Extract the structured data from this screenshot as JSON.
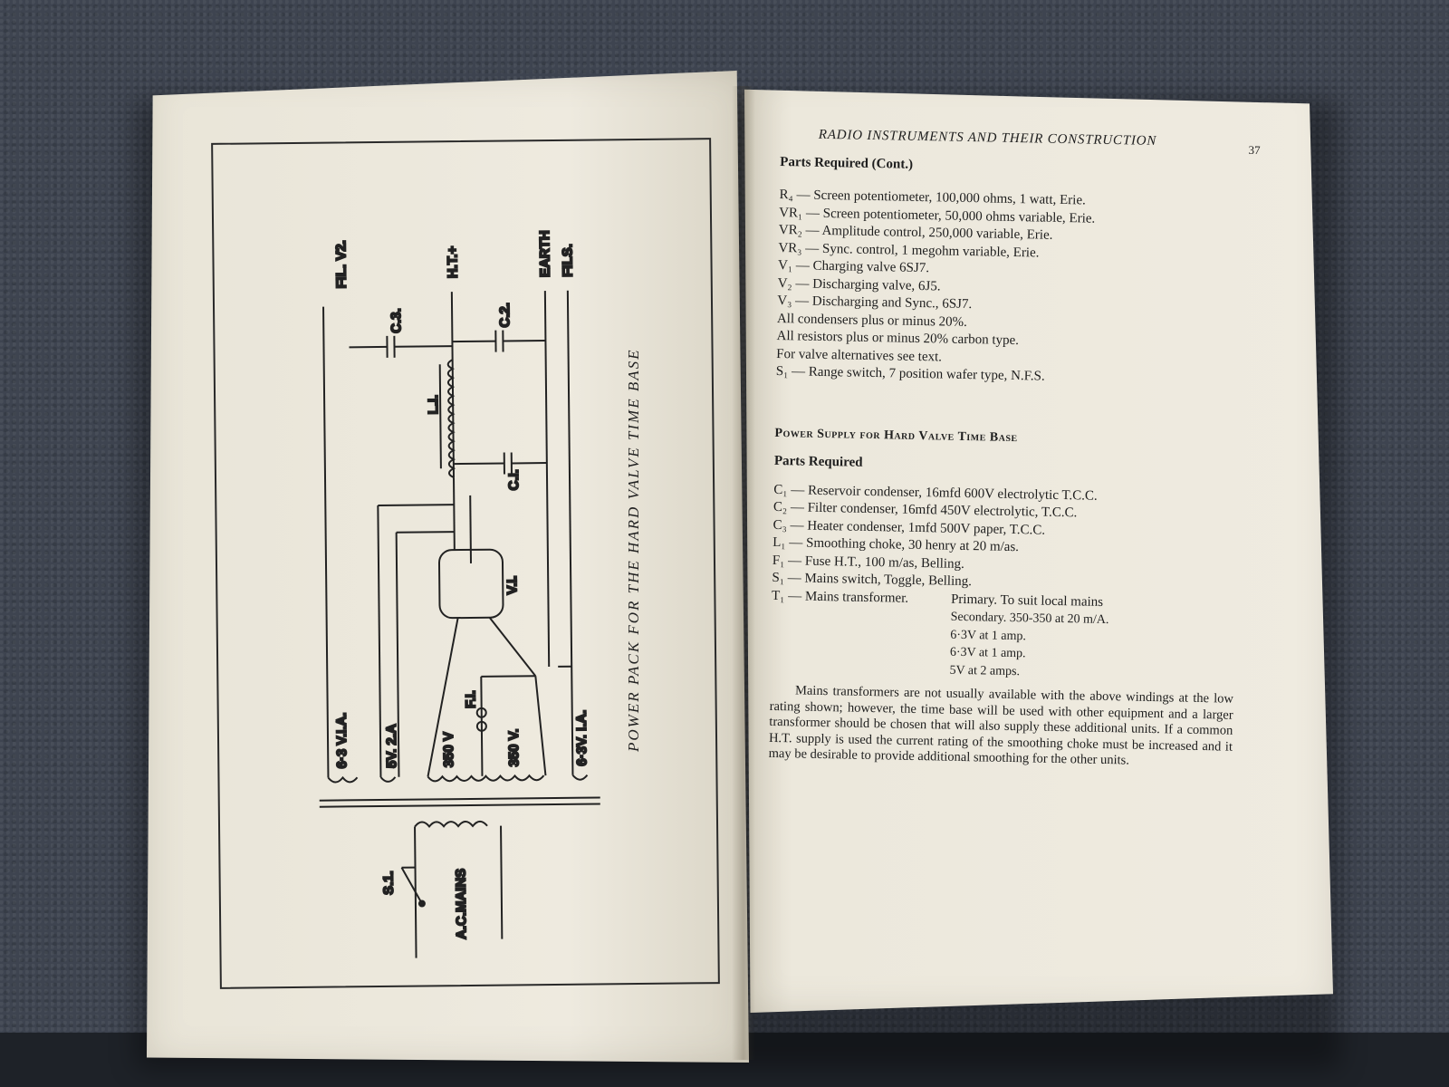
{
  "left_page": {
    "diagram_labels": {
      "fil_v2": "FIL. V2.",
      "c3": "C.3.",
      "ht_plus": "H.T.+",
      "c2": "C.2.",
      "earth": "EARTH",
      "fils": "FILS.",
      "l1": "L.I.",
      "c1": "C.I.",
      "v1": "V.I.",
      "f1": "F.I.",
      "w_63v_1a": "6·3 V.I.A.",
      "w_5v_2a": "5V. 2.A",
      "w_350v_a": "350 V",
      "w_350v_b": "350 V.",
      "w_63v_1a_b": "6·3V. I.A.",
      "s1": "S.1.",
      "ac_mains": "A.C.MAINS"
    },
    "caption": "POWER PACK FOR THE HARD VALVE TIME BASE"
  },
  "right_page": {
    "running_head": "RADIO INSTRUMENTS AND THEIR CONSTRUCTION",
    "page_number": "37",
    "heading": "Parts Required (Cont.)",
    "parts_list": [
      "R₄ — Screen potentiometer, 100,000 ohms, 1 watt, Erie.",
      "VR₁ — Screen potentiometer, 50,000 ohms variable, Erie.",
      "VR₂ — Amplitude control, 250,000 variable, Erie.",
      "VR₃ — Sync. control, 1 megohm variable, Erie.",
      "V₁ — Charging valve 6SJ7.",
      "V₂ — Discharging valve, 6J5.",
      "V₃ — Discharging and Sync., 6SJ7.",
      "All condensers plus or minus 20%.",
      "All resistors plus or minus 20% carbon type.",
      "For valve alternatives see text.",
      "S₁ — Range switch, 7 position wafer type, N.F.S."
    ],
    "section_title": "Power Supply for Hard Valve Time Base",
    "heading2": "Parts Required",
    "parts_list2": [
      "C₁ — Reservoir condenser, 16mfd 600V electrolytic T.C.C.",
      "C₂ — Filter condenser, 16mfd 450V electrolytic, T.C.C.",
      "C₃ — Heater condenser, 1mfd 500V paper, T.C.C.",
      "L₁ — Smoothing choke, 30 henry at 20 m/as.",
      "F₁ — Fuse H.T., 100 m/as, Belling.",
      "S₁ — Mains switch, Toggle, Belling."
    ],
    "transformer": {
      "label": "T₁ — Mains transformer.",
      "primary": "Primary.  To suit local mains",
      "secondary": [
        "Secondary.  350-350 at 20 m/A.",
        "6·3V at 1 amp.",
        "6·3V at 1 amp.",
        "5V at 2 amps."
      ]
    },
    "paragraph": "Mains transformers are not usually available with the above windings at the low rating shown; however, the time base will be used with other equipment and a larger transformer should be chosen that will also supply these additional units. If a common H.T. supply is used the current rating of the smoothing choke must be increased and it may be desirable to provide additional smoothing for the other units."
  }
}
